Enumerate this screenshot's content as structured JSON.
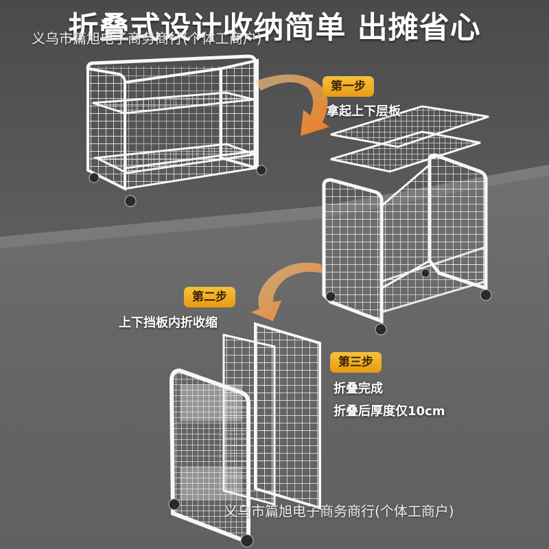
{
  "headline": "折叠式设计收纳简单 出摊省心",
  "watermark": "义乌市篇旭电子商务商行(个体工商户)",
  "steps": [
    {
      "badge": "第一步",
      "caption": "拿起上下层板"
    },
    {
      "badge": "第二步",
      "caption": "上下挡板内折收缩"
    },
    {
      "badge": "第三步",
      "caption": "折叠完成",
      "caption2": "折叠后厚度仅10cm"
    }
  ],
  "colors": {
    "badge": "#f0ad24",
    "arrow": "#f08a1c",
    "rack": "#ffffff",
    "floor": "#6f6f6f",
    "wall": "#5a5a5a"
  },
  "icons": [
    "curved-arrow-icon",
    "curved-arrow-icon"
  ]
}
